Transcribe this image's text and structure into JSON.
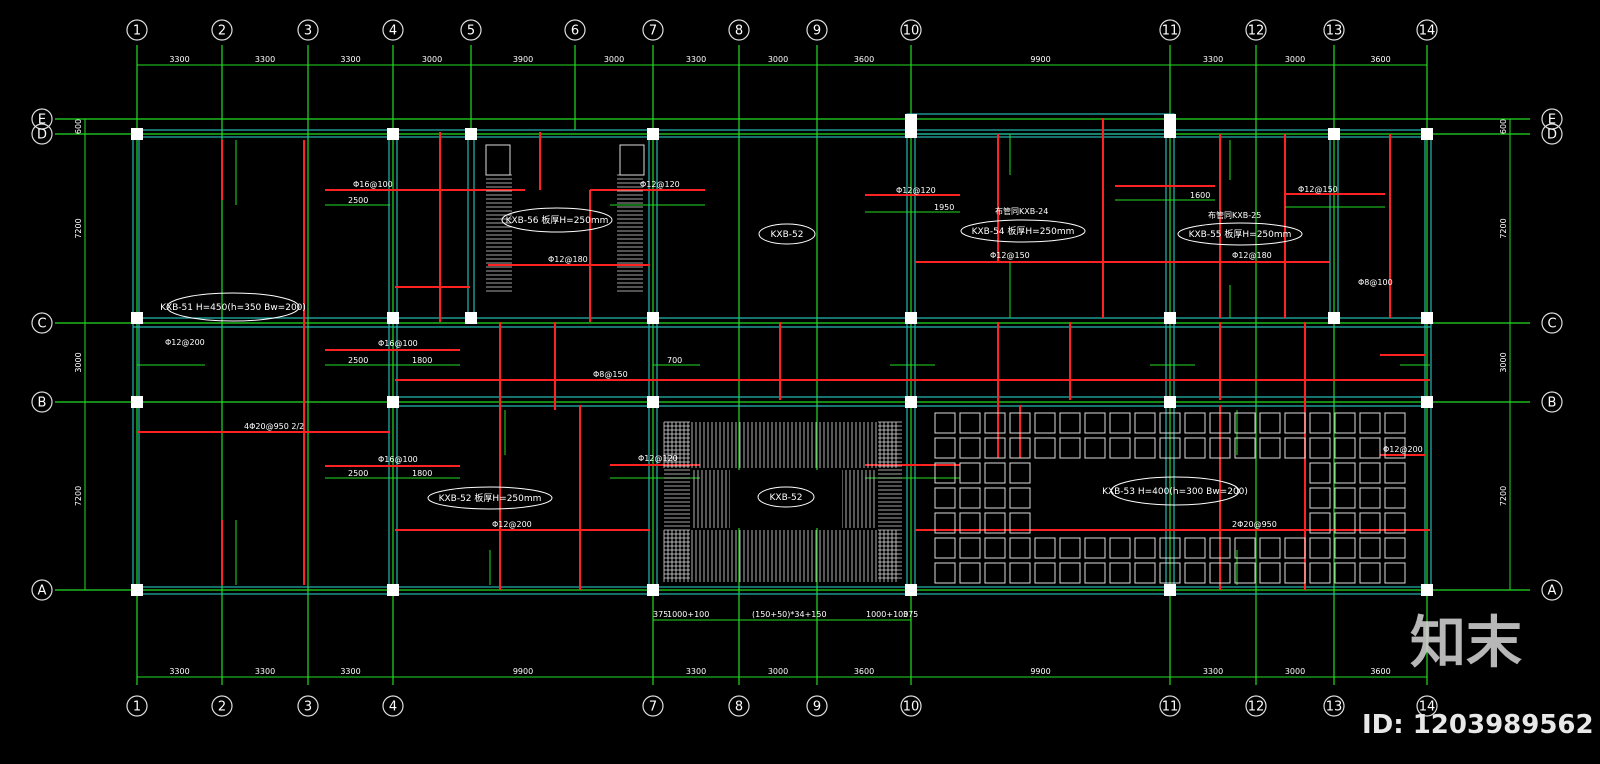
{
  "axes_x": [
    "1",
    "2",
    "3",
    "4",
    "5",
    "6",
    "7",
    "8",
    "9",
    "10",
    "11",
    "12",
    "13",
    "14"
  ],
  "axes_y": [
    "E",
    "D",
    "C",
    "B",
    "A"
  ],
  "dims_top": [
    "3300",
    "3300",
    "3300",
    "3000",
    "3900",
    "3000",
    "3300",
    "3000",
    "3600",
    "9900",
    "3300",
    "3000",
    "3600"
  ],
  "dims_bottom": [
    "3300",
    "3300",
    "3300",
    "9900",
    "3300",
    "3000",
    "3600",
    "9900",
    "3300",
    "3000",
    "3600"
  ],
  "dims_left": [
    "600",
    "7200",
    "3000",
    "7200"
  ],
  "dims_right": [
    "600",
    "7200",
    "3000",
    "7200"
  ],
  "slab_tags": {
    "kxb51": "KXB-51 H=450(h=350 Bw=200)",
    "kxb56": "KXB-56 板厚H=250mm",
    "kxb52_top": "KXB-52",
    "kxb54": "KXB-54 板厚H=250mm",
    "kxb55": "KXB-55 板厚H=250mm",
    "kxb52_left": "KXB-52 板厚H=250mm",
    "kxb52_mid": "KXB-52",
    "kxb53": "KXB-53 H=400(h=300 Bw=200)"
  },
  "annotations": {
    "kxb24": "布管同KXB-24",
    "kxb25": "布管同KXB-25",
    "bottom_dim": "(150+50)*34+150",
    "bd_375a": "375",
    "bd_1000a": "1000+100",
    "bd_1000b": "1000+100",
    "bd_375b": "375"
  },
  "rebar_labels": {
    "r1": "Φ16@100",
    "r2": "Φ12@200",
    "r3": "Φ16@100",
    "r4": "Φ12@180",
    "r5": "Φ12@120",
    "r6": "Φ12@150",
    "r7": "Φ12@120",
    "r8": "Φ12@150",
    "r9": "Φ8@150",
    "r10": "Φ16@100",
    "r11": "Φ12@200",
    "r12": "Φ12@120",
    "r13": "Φ12@200",
    "r14": "4Φ20@950 2/2",
    "r15": "2Φ20@950",
    "r16": "Φ8@100",
    "r17": "Φ12@180"
  },
  "dims_inner": {
    "d2500a": "2500",
    "d2500b": "2500",
    "d2500c": "2500",
    "d1800a": "1800",
    "d1800b": "1800",
    "d1950": "1950",
    "d1600": "1600",
    "d700": "700"
  },
  "watermark": {
    "logo": "知末",
    "id": "ID: 1203989562"
  }
}
